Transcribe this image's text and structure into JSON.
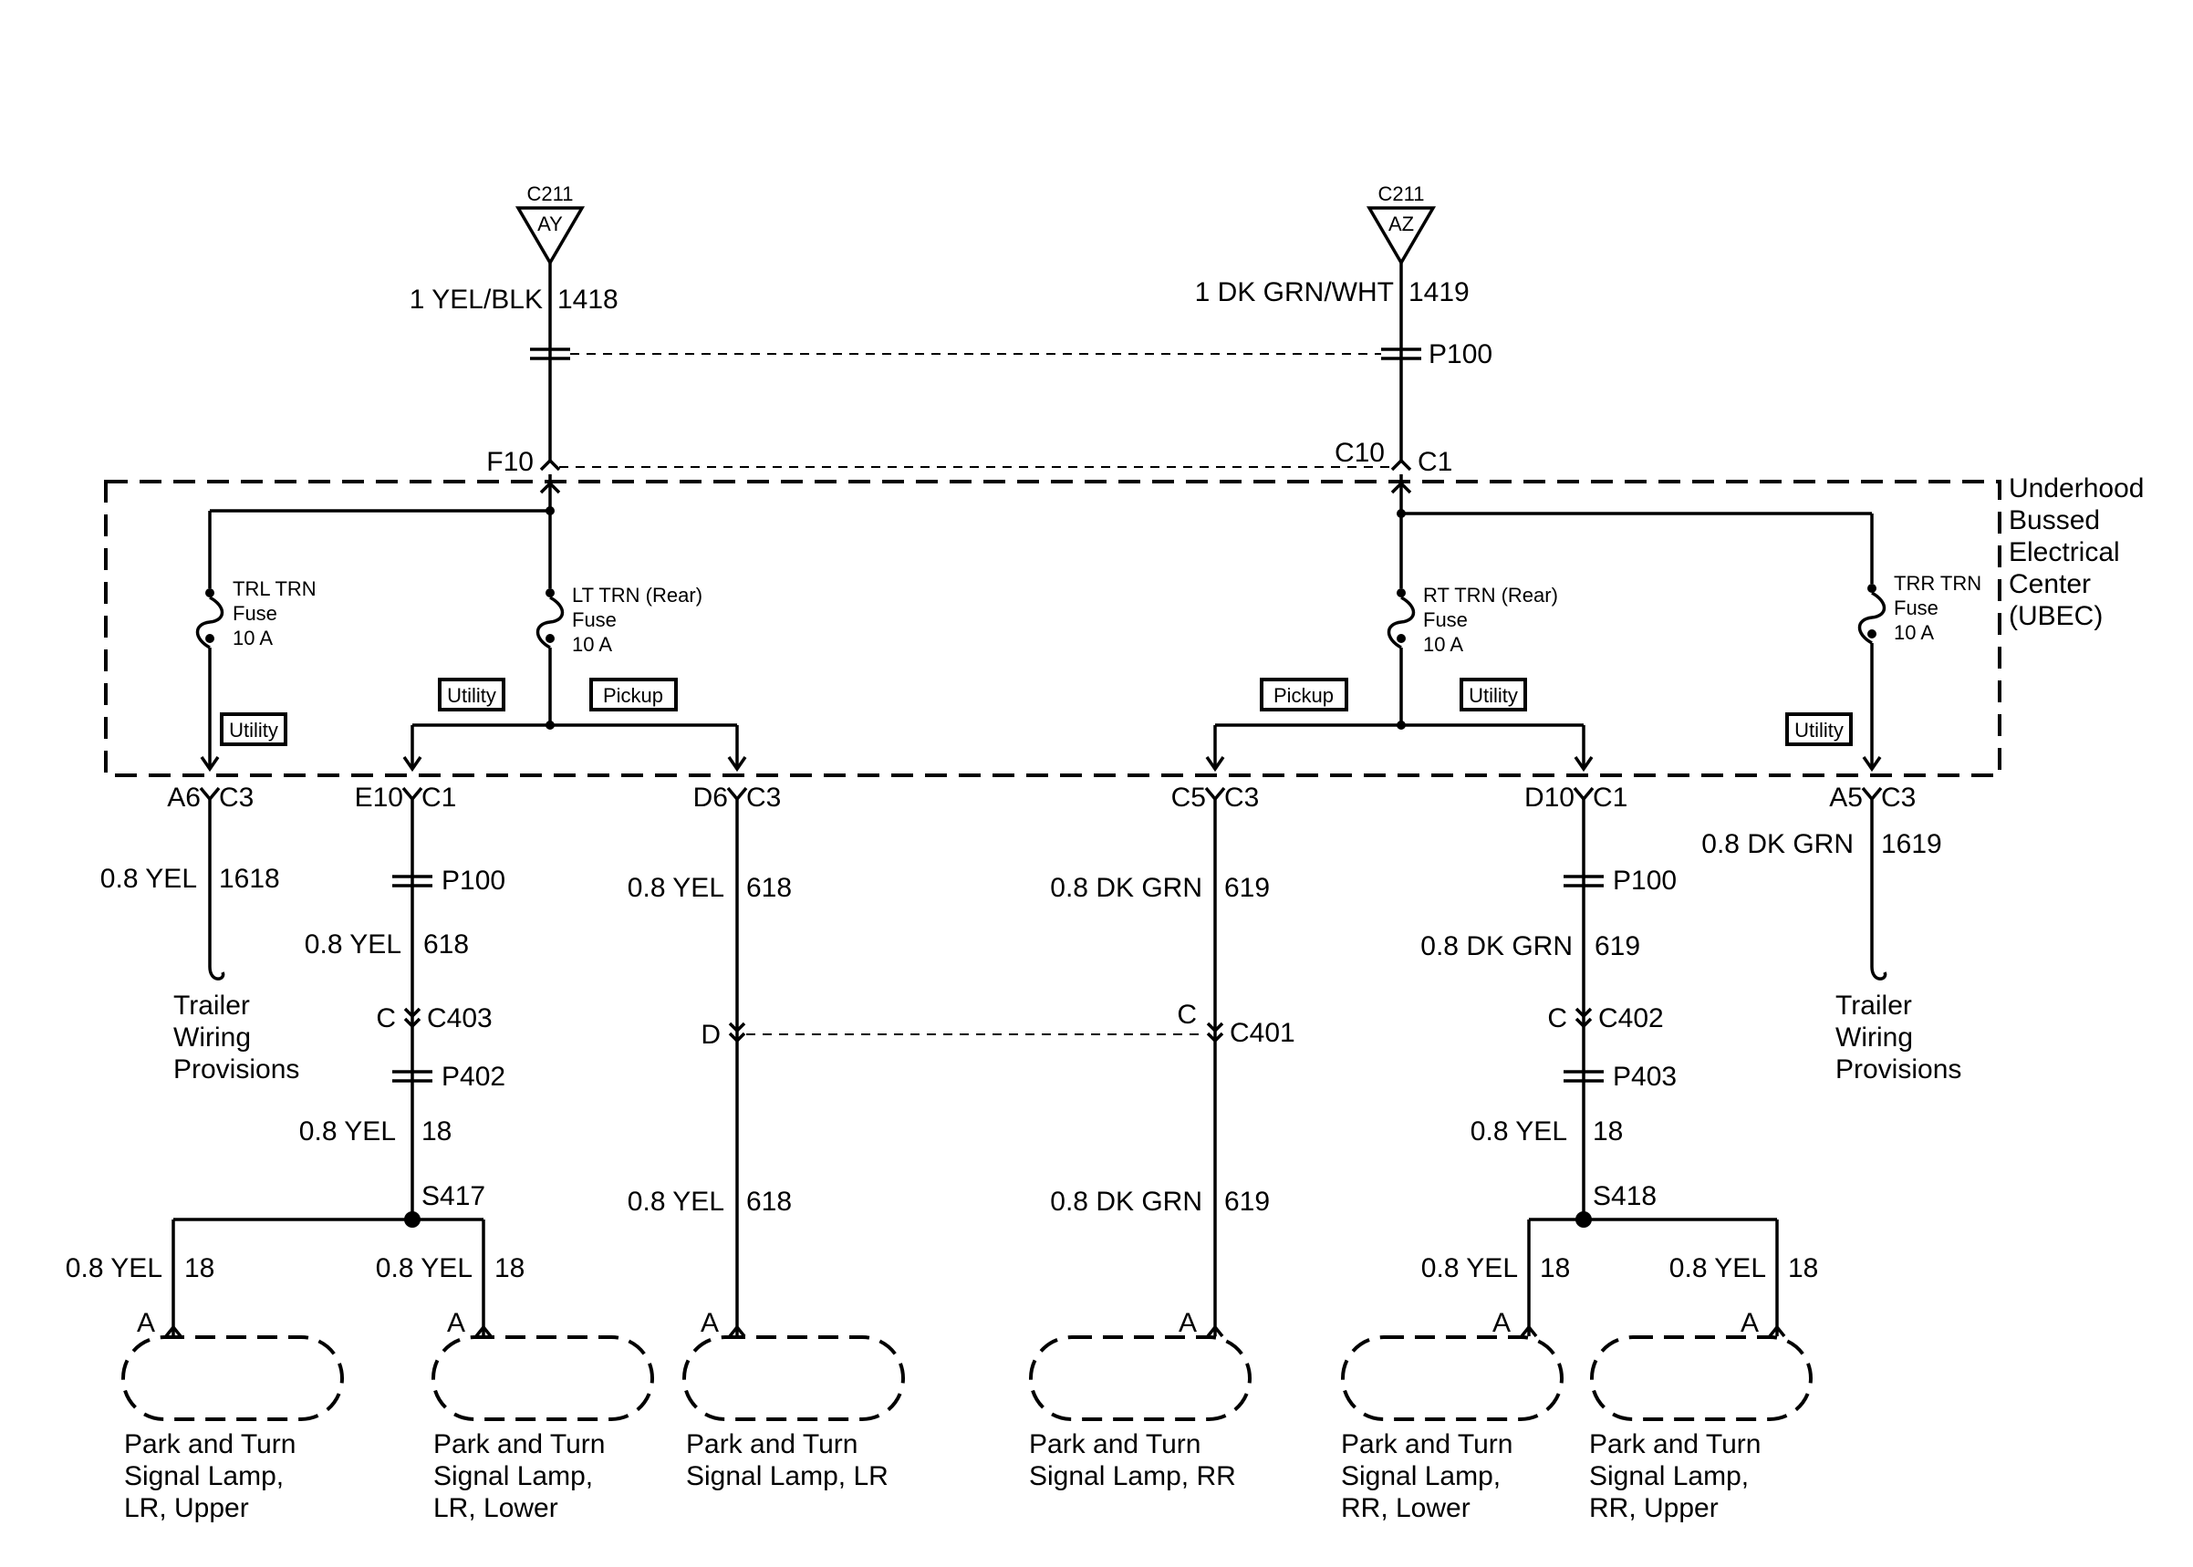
{
  "sources": {
    "left": {
      "connector": "C211",
      "pin": "AY",
      "wire": "1 YEL/BLK",
      "circuit": "1418"
    },
    "right": {
      "connector": "C211",
      "pin": "AZ",
      "wire": "1 DK GRN/WHT",
      "circuit": "1419"
    }
  },
  "p100_top": "P100",
  "ubec": {
    "inputs": {
      "left_pin": "F10",
      "right_pin": "C10",
      "right_conn": "C1"
    },
    "label": [
      "Underhood",
      "Bussed",
      "Electrical",
      "Center",
      "(UBEC)"
    ],
    "fuses": [
      {
        "name": "TRL TRN",
        "line2": "Fuse",
        "rating": "10 A"
      },
      {
        "name": "LT TRN (Rear)",
        "line2": "Fuse",
        "rating": "10 A"
      },
      {
        "name": "RT TRN (Rear)",
        "line2": "Fuse",
        "rating": "10 A"
      },
      {
        "name": "TRR TRN",
        "line2": "Fuse",
        "rating": "10 A"
      }
    ],
    "options": {
      "utility": "Utility",
      "pickup": "Pickup"
    }
  },
  "outputs": [
    {
      "pin": "A6",
      "conn": "C3"
    },
    {
      "pin": "E10",
      "conn": "C1"
    },
    {
      "pin": "D6",
      "conn": "C3"
    },
    {
      "pin": "C5",
      "conn": "C3"
    },
    {
      "pin": "D10",
      "conn": "C1"
    },
    {
      "pin": "A5",
      "conn": "C3"
    }
  ],
  "wires": {
    "w1618": {
      "size": "0.8 YEL",
      "circuit": "1618"
    },
    "w618a": {
      "size": "0.8 YEL",
      "circuit": "618"
    },
    "w618b": {
      "size": "0.8 YEL",
      "circuit": "618"
    },
    "w618c": {
      "size": "0.8 YEL",
      "circuit": "618"
    },
    "w619a": {
      "size": "0.8 DK GRN",
      "circuit": "619"
    },
    "w619b": {
      "size": "0.8 DK GRN",
      "circuit": "619"
    },
    "w619c": {
      "size": "0.8 DK GRN",
      "circuit": "619"
    },
    "w1619": {
      "size": "0.8 DK GRN",
      "circuit": "1619"
    },
    "w18a": {
      "size": "0.8 YEL",
      "circuit": "18"
    },
    "w18b": {
      "size": "0.8 YEL",
      "circuit": "18"
    },
    "w18c": {
      "size": "0.8 YEL",
      "circuit": "18"
    },
    "w18d": {
      "size": "0.8 YEL",
      "circuit": "18"
    },
    "w18e": {
      "size": "0.8 YEL",
      "circuit": "18"
    },
    "w18f": {
      "size": "0.8 YEL",
      "circuit": "18"
    }
  },
  "connectors": {
    "p100_left": "P100",
    "p100_right": "P100",
    "c403": {
      "pin": "C",
      "name": "C403"
    },
    "c402": {
      "pin": "C",
      "name": "C402"
    },
    "c401": {
      "pin_left": "D",
      "pin_right": "C",
      "name": "C401"
    },
    "p402": "P402",
    "p403": "P403",
    "s417": "S417",
    "s418": "S418"
  },
  "trailer": [
    "Trailer",
    "Wiring",
    "Provisions"
  ],
  "lamp_pin": "A",
  "lamps": [
    [
      "Park and Turn",
      "Signal Lamp,",
      "LR, Upper"
    ],
    [
      "Park and Turn",
      "Signal Lamp,",
      "LR, Lower"
    ],
    [
      "Park and Turn",
      "Signal Lamp, LR"
    ],
    [
      "Park and Turn",
      "Signal Lamp, RR"
    ],
    [
      "Park and Turn",
      "Signal Lamp,",
      "RR, Lower"
    ],
    [
      "Park and Turn",
      "Signal Lamp,",
      "RR, Upper"
    ]
  ]
}
